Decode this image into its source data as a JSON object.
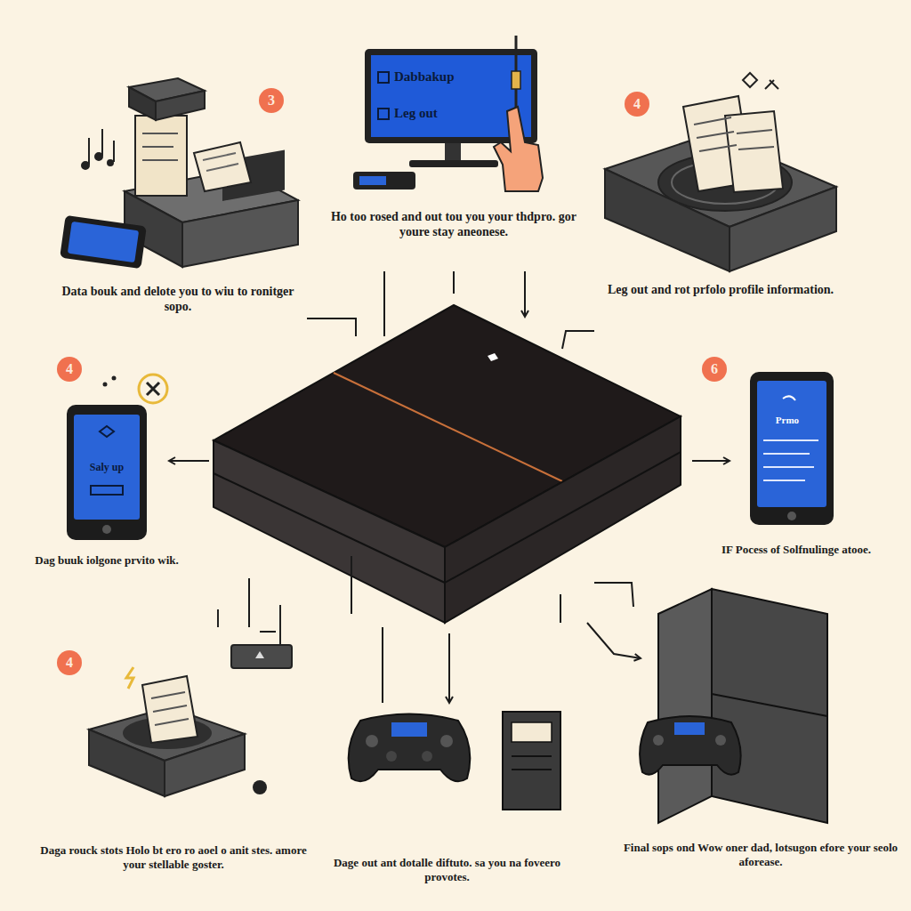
{
  "diagram": {
    "labels": [
      "3",
      "Dabbakup",
      "Leg out",
      "4",
      "Data bouk and delote you to wiu to ronitger sopo.",
      "Ho too rosed and out tou you your thdpro. gor youre stay aneonese.",
      "Leg out and rot prfolo profile information.",
      "4",
      "Saly up",
      "6",
      "Prmo",
      "Dag buuk iolgone prvito wik.",
      "IF Pocess of Solfnulinge atooe.",
      "4",
      "Daga rouck stots Holo bt ero ro aoel o anit stes. amore your stellable goster.",
      "Dage out ant dotalle diftuto. sa you na foveero provotes.",
      "Final sops ond Wow oner dad, lotsugon efore your seolo aforease."
    ]
  }
}
